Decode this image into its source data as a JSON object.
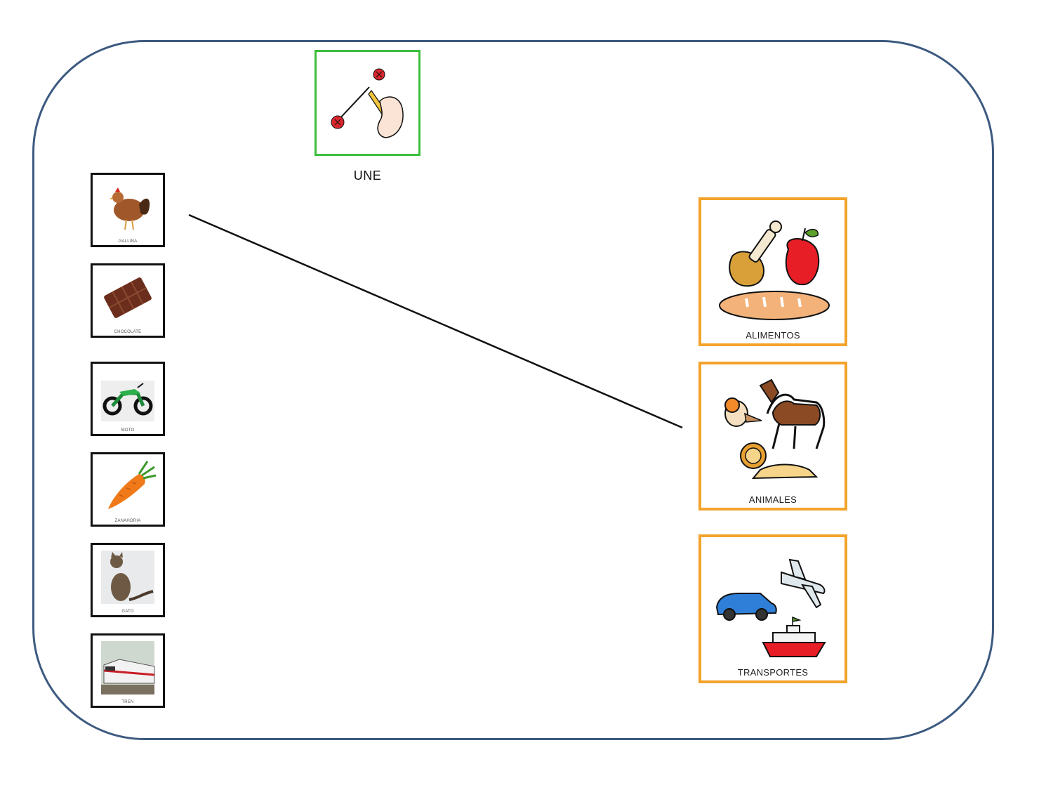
{
  "instruction": {
    "label": "UNE",
    "icon": "draw-line-icon",
    "border_color": "#3cbe3c"
  },
  "items": [
    {
      "label": "GALLINA",
      "icon": "hen-icon"
    },
    {
      "label": "CHOCOLATE",
      "icon": "chocolate-icon"
    },
    {
      "label": "MOTO",
      "icon": "motorcycle-icon"
    },
    {
      "label": "ZANAHORIA",
      "icon": "carrot-icon"
    },
    {
      "label": "GATO",
      "icon": "cat-icon"
    },
    {
      "label": "TREN",
      "icon": "train-icon"
    }
  ],
  "categories": [
    {
      "label": "ALIMENTOS",
      "icon": "food-icon"
    },
    {
      "label": "ANIMALES",
      "icon": "animals-icon"
    },
    {
      "label": "TRANSPORTES",
      "icon": "transport-icon"
    }
  ],
  "colors": {
    "frame": "#3d5a80",
    "category_border": "#f3a32b",
    "item_border": "#111111"
  },
  "connection": {
    "from": "GALLINA",
    "to": "ANIMALES"
  }
}
